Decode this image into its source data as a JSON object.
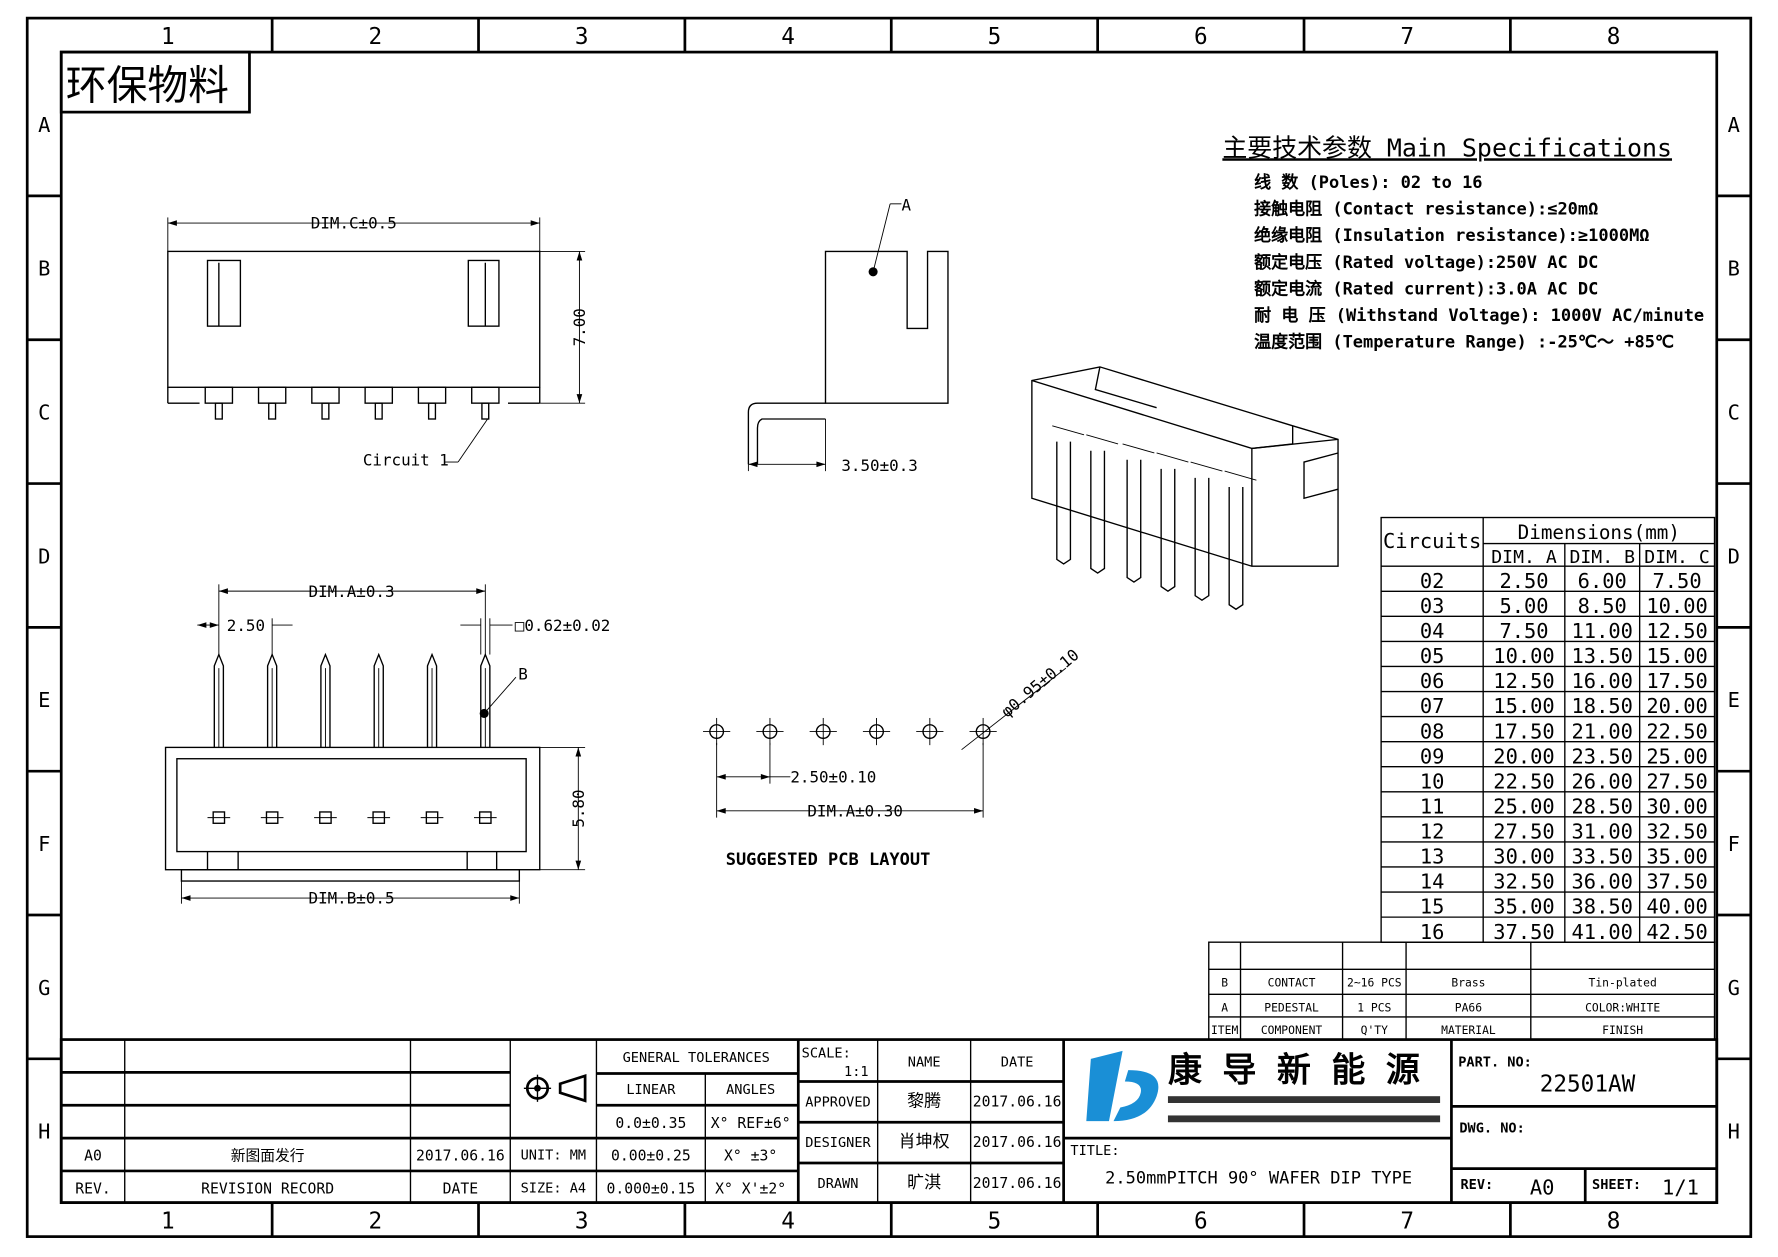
{
  "frame": {
    "columns": [
      "1",
      "2",
      "3",
      "4",
      "5",
      "6",
      "7",
      "8"
    ],
    "rows": [
      "A",
      "B",
      "C",
      "D",
      "E",
      "F",
      "G",
      "H"
    ]
  },
  "stamp": "环保物料",
  "specs": {
    "title": "主要技术参数 Main Specifications",
    "lines": [
      "线    数 (Poles): 02 to 16",
      "接触电阻 (Contact resistance):≤20mΩ",
      "绝缘电阻 (Insulation resistance):≥1000MΩ",
      "额定电压 (Rated voltage):250V AC DC",
      "额定电流 (Rated current):3.0A AC DC",
      "耐 电 压 (Withstand Voltage): 1000V AC/minute",
      "温度范围 (Temperature Range) :-25℃～ +85℃"
    ]
  },
  "views": {
    "top": {
      "dim_c": "DIM.C±0.5",
      "height": "7.00",
      "circuit1": "Circuit 1"
    },
    "side": {
      "leader_a": "A",
      "dim": "3.50±0.3"
    },
    "front": {
      "dim_a": "DIM.A±0.3",
      "pitch": "2.50",
      "pin": "□0.62±0.02",
      "leader_b": "B",
      "height": "5.80",
      "dim_b": "DIM.B±0.5"
    },
    "pcb": {
      "pitch": "2.50±0.10",
      "dim_a": "DIM.A±0.30",
      "hole": "φ0.95±0.10",
      "caption": "SUGGESTED PCB LAYOUT"
    }
  },
  "dim_table": {
    "headers": {
      "circuits": "Circuits",
      "group": "Dimensions(mm)",
      "a": "DIM. A",
      "b": "DIM. B",
      "c": "DIM. C"
    },
    "rows": [
      [
        "02",
        "2.50",
        "6.00",
        "7.50"
      ],
      [
        "03",
        "5.00",
        "8.50",
        "10.00"
      ],
      [
        "04",
        "7.50",
        "11.00",
        "12.50"
      ],
      [
        "05",
        "10.00",
        "13.50",
        "15.00"
      ],
      [
        "06",
        "12.50",
        "16.00",
        "17.50"
      ],
      [
        "07",
        "15.00",
        "18.50",
        "20.00"
      ],
      [
        "08",
        "17.50",
        "21.00",
        "22.50"
      ],
      [
        "09",
        "20.00",
        "23.50",
        "25.00"
      ],
      [
        "10",
        "22.50",
        "26.00",
        "27.50"
      ],
      [
        "11",
        "25.00",
        "28.50",
        "30.00"
      ],
      [
        "12",
        "27.50",
        "31.00",
        "32.50"
      ],
      [
        "13",
        "30.00",
        "33.50",
        "35.00"
      ],
      [
        "14",
        "32.50",
        "36.00",
        "37.50"
      ],
      [
        "15",
        "35.00",
        "38.50",
        "40.00"
      ],
      [
        "16",
        "37.50",
        "41.00",
        "42.50"
      ]
    ]
  },
  "bom": {
    "rows": [
      [
        "B",
        "CONTACT",
        "2~16 PCS",
        "Brass",
        "Tin-plated"
      ],
      [
        "A",
        "PEDESTAL",
        "1 PCS",
        "PA66",
        "COLOR:WHITE"
      ],
      [
        "ITEM",
        "COMPONENT",
        "Q'TY",
        "MATERIAL",
        "FINISH"
      ]
    ]
  },
  "revision": {
    "rows": [
      [
        "A0",
        "新图面发行",
        "2017.06.16"
      ],
      [
        "REV.",
        "REVISION RECORD",
        "DATE"
      ]
    ],
    "unit": "UNIT: MM",
    "size": "SIZE: A4"
  },
  "tolerances": {
    "title": "GENERAL TOLERANCES",
    "linear": "LINEAR",
    "angles": "ANGLES",
    "rows": [
      [
        "0.0±0.35",
        "X° REF±6°"
      ],
      [
        "0.00±0.25",
        "X° ±3°"
      ],
      [
        "0.000±0.15",
        "X° X'±2°"
      ]
    ]
  },
  "signoff": {
    "scale_label": "SCALE:",
    "scale": "1:1",
    "name": "NAME",
    "date": "DATE",
    "rows": [
      [
        "APPROVED",
        "黎腾",
        "2017.06.16"
      ],
      [
        "DESIGNER",
        "肖坤权",
        "2017.06.16"
      ],
      [
        "DRAWN",
        "旷淇",
        "2017.06.16"
      ]
    ]
  },
  "company": {
    "name": "康 导 新 能 源",
    "brand_color": "#1a8fd6"
  },
  "title_block": {
    "title_label": "TITLE:",
    "title": "2.50mmPITCH 90° WAFER DIP TYPE",
    "part_no_label": "PART. NO:",
    "part_no": "22501AW",
    "dwg_no_label": "DWG. NO:",
    "rev_label": "REV:",
    "rev": "A0",
    "sheet_label": "SHEET:",
    "sheet": "1/1"
  }
}
